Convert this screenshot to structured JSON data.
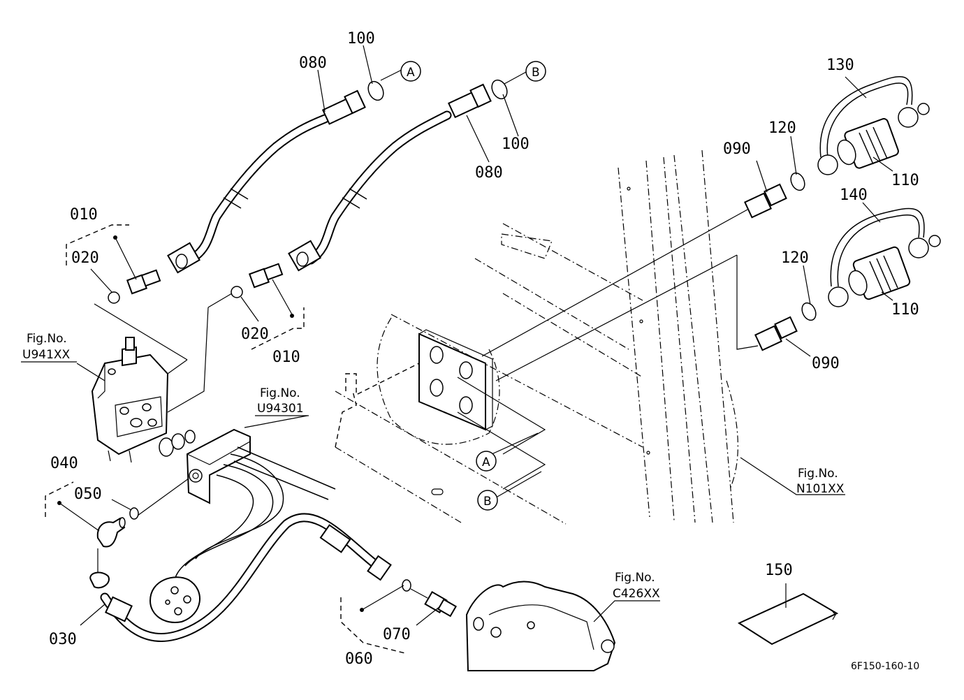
{
  "figure_code": "6F150-160-10",
  "callouts": {
    "c010a": "010",
    "c020a": "020",
    "c080a": "080",
    "c100a": "100",
    "c080b": "080",
    "c100b": "100",
    "c020b": "020",
    "c010b": "010",
    "c040": "040",
    "c050": "050",
    "c030": "030",
    "c060": "060",
    "c070": "070",
    "c090a": "090",
    "c120a": "120",
    "c130": "130",
    "c110a": "110",
    "c140": "140",
    "c120b": "120",
    "c110b": "110",
    "c090b": "090",
    "c150": "150"
  },
  "connection_marks": {
    "a_top": "A",
    "b_top": "B",
    "a_bottom": "A",
    "b_bottom": "B"
  },
  "figure_refs": {
    "u941": {
      "line1": "Fig.No.",
      "line2": "U941XX"
    },
    "u943": {
      "line1": "Fig.No.",
      "line2": "U94301"
    },
    "n101": {
      "line1": "Fig.No.",
      "line2": "N101XX"
    },
    "c426": {
      "line1": "Fig.No.",
      "line2": "C426XX"
    }
  }
}
